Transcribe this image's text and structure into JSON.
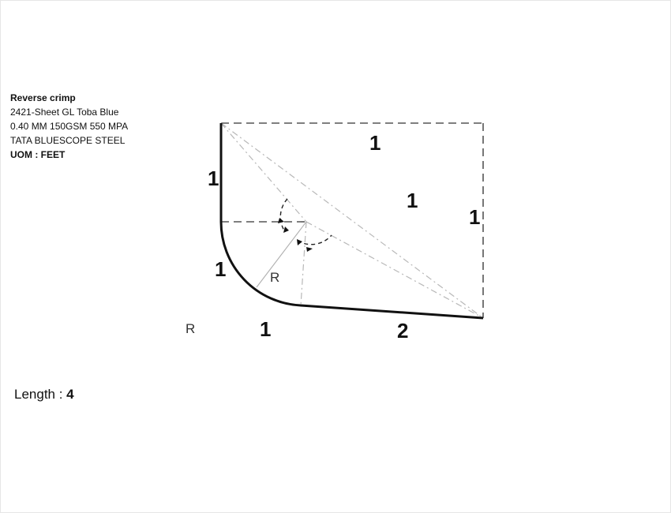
{
  "spec": {
    "title": "Reverse crimp",
    "product": "2421-Sheet GL Toba Blue",
    "grade": "0.40 MM 150GSM 550 MPA",
    "brand": "TATA BLUESCOPE STEEL",
    "uom": "UOM : FEET"
  },
  "length": {
    "label": "Length : ",
    "value": "4"
  },
  "drawing": {
    "dimensions": {
      "top_edge": "1",
      "left_vertical": "1",
      "center_diagonal": "1",
      "right_vertical": "1",
      "arc_side": "1",
      "bottom_short": "1",
      "bottom_long": "2"
    },
    "radius_label_inner": "R",
    "radius_label_outer": "R"
  }
}
